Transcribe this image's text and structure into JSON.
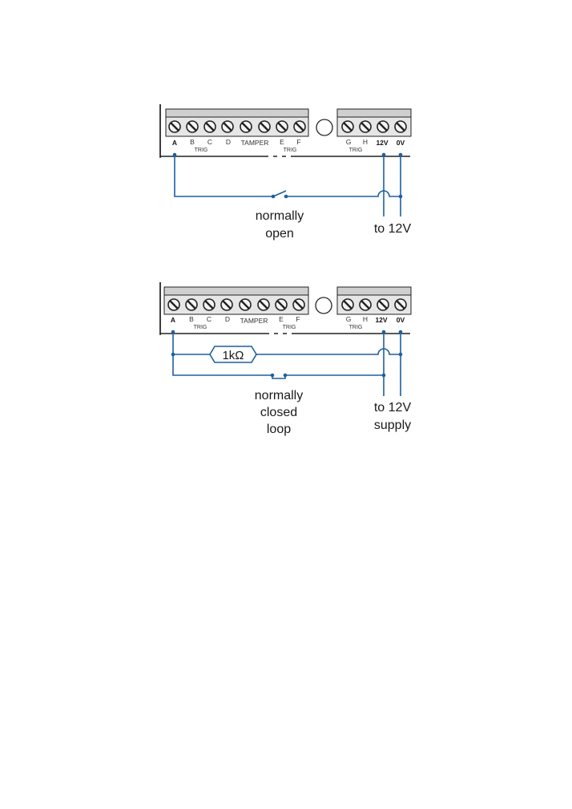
{
  "diagrams": [
    {
      "id": "top",
      "terminals": [
        "A",
        "B",
        "C",
        "D",
        "TAMPER",
        "E",
        "F",
        "G",
        "H",
        "12V",
        "0V"
      ],
      "trig_labels": [
        "TRIG",
        "TRIG",
        "TRIG"
      ],
      "caption_lines": [
        "normally",
        "open"
      ],
      "supply_lines": [
        "to 12V"
      ]
    },
    {
      "id": "bottom",
      "terminals": [
        "A",
        "B",
        "C",
        "D",
        "TAMPER",
        "E",
        "F",
        "G",
        "H",
        "12V",
        "0V"
      ],
      "trig_labels": [
        "TRIG",
        "TRIG",
        "TRIG"
      ],
      "resistor_label": "1kΩ",
      "caption_lines": [
        "normally",
        "closed",
        "loop"
      ],
      "supply_lines": [
        "to 12V",
        "supply"
      ]
    }
  ],
  "colors": {
    "wire": "#1d5fa0",
    "block": "#d9d9d9",
    "outline": "#222222"
  }
}
